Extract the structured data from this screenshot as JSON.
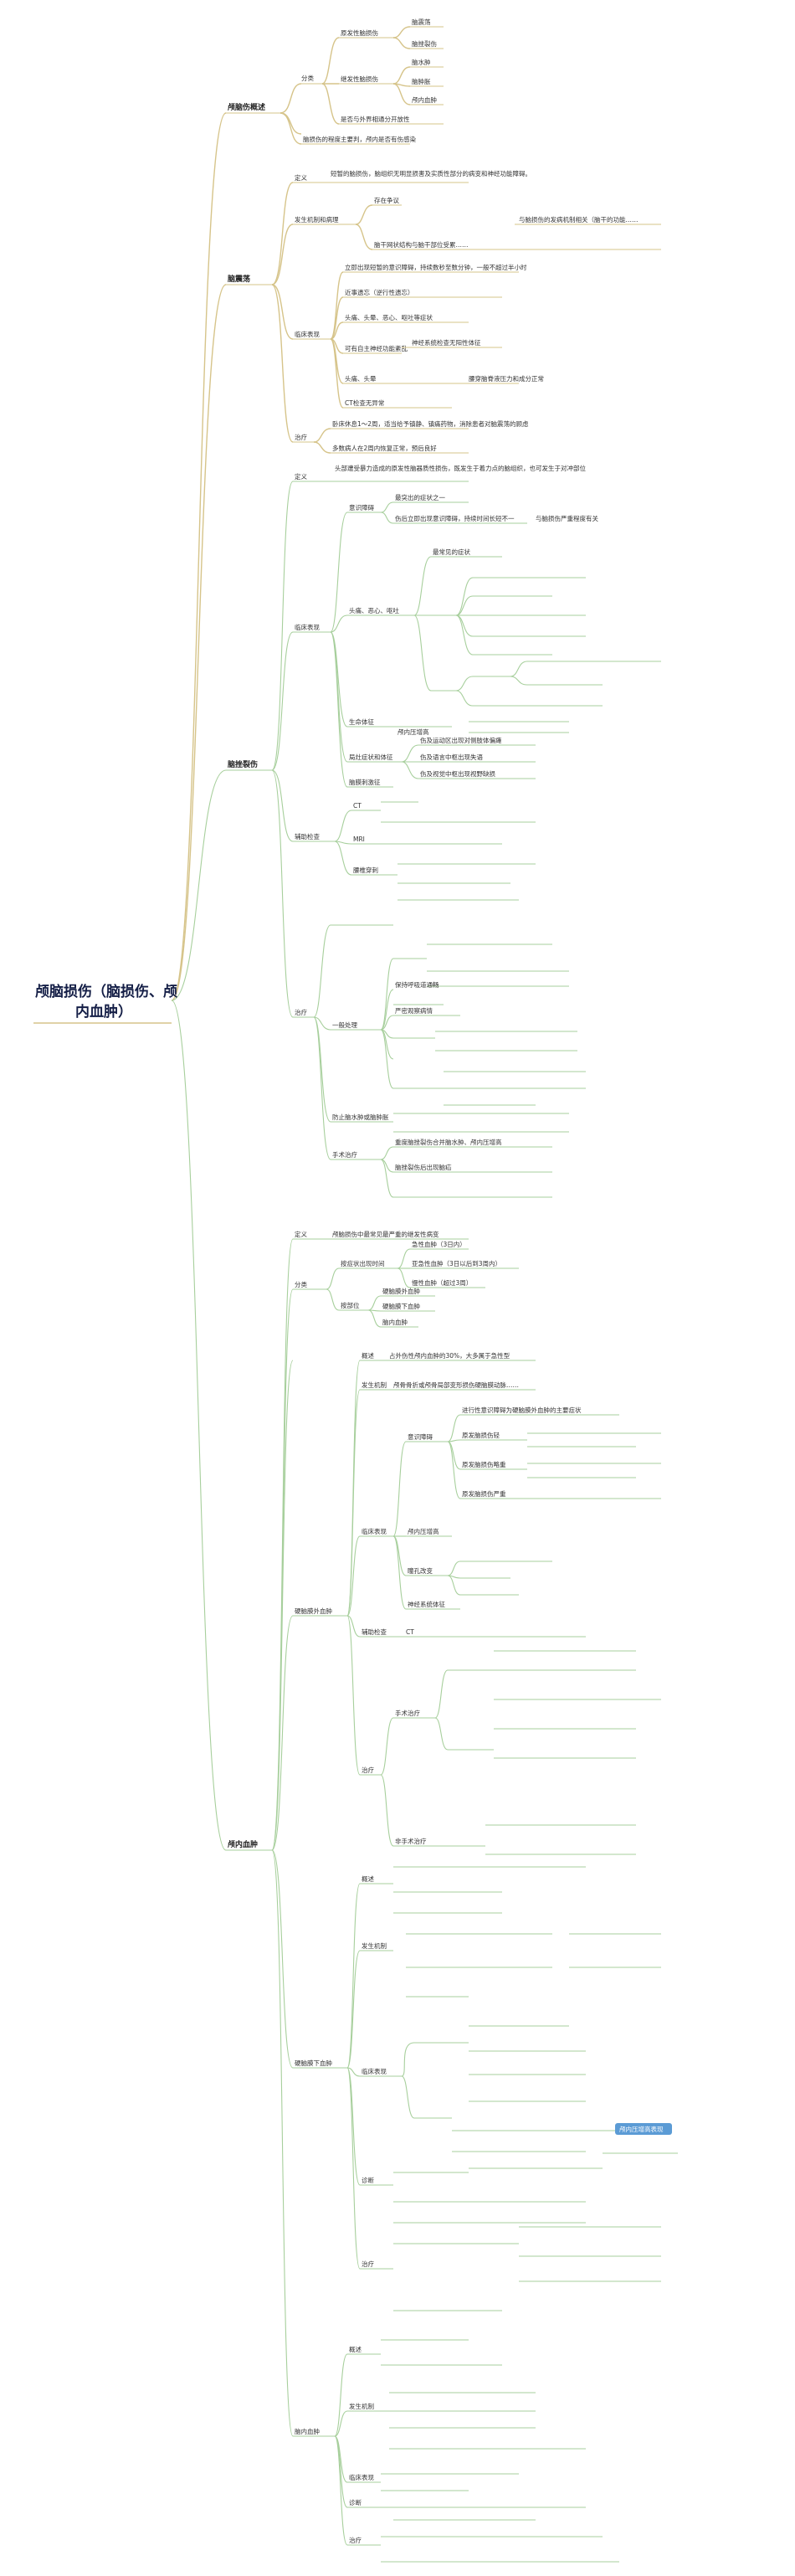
{
  "root": [
    "颅脑损伤（脑损伤、颅",
    "内血肿）"
  ],
  "sections": {
    "s1": "颅脑伤概述",
    "s2": "脑震荡",
    "s3": "脑挫裂伤",
    "s4": "颅内血肿"
  },
  "overview": {
    "classify": "分类",
    "primary": "原发性脑损伤",
    "primary_items": [
      "脑震荡",
      "脑挫裂伤"
    ],
    "secondary": "继发性脑损伤",
    "secondary_items": [
      "脑水肿",
      "脑肿胀",
      "颅内血肿"
    ],
    "open_closed": "是否与外界相通分开放性",
    "gcs_note": "脑损伤的程度主要判，颅内是否有伤感染"
  },
  "concussion": {
    "definition_label": "定义",
    "definition": "短暂的脑损伤，脑组织无明显损害及实质性部分的病变和神经功能障碍。",
    "mech_label": "发生机制和病理",
    "mech_a": "存在争议",
    "mech_b": "与脑损伤的发病机制相关（脑干的功能……",
    "mech_b2": "脑干网状结构与脑干部位受累……",
    "manifest_label": "临床表现",
    "m1": "立即出现短暂的意识障碍，持续数秒至数分钟，一般不超过半小时",
    "m2": "近事遗忘（逆行性遗忘）",
    "m3a": "头痛、头晕、恶心、呕吐等症状",
    "m3b": "神经系统检查无阳性体征",
    "m4": "可有自主神经功能紊乱",
    "m5a": "头痛、头晕",
    "m5b": "腰穿脑脊液压力和成分正常",
    "m6": "CT检查无异常",
    "treatment_label": "治疗",
    "t1": "卧床休息1～2周，适当给予镇静、镇痛药物，消除患者对脑震荡的顾虑",
    "t2": "多数病人在2周内恢复正常，预后良好"
  },
  "contusion": {
    "definition_label": "定义",
    "definition": "头部遭受暴力造成的原发性脑器质性损伤，既发生于着力点的脑组织，也可发生于对冲部位",
    "manifest_label": "临床表现",
    "c1": "意识障碍",
    "c1a": "最突出的症状之一",
    "c1b": "伤后立即出现意识障碍，持续时间长短不一",
    "c1c": "与脑损伤严重程度有关",
    "c2": "头痛、恶心、呕吐",
    "c2a": "最常见的症状",
    "c3": "生命体征",
    "c3a": "颅内压增高",
    "c4": "局灶症状和体征",
    "c4a": "伤及运动区出现对侧肢体偏瘫",
    "c4b": "伤及语言中枢出现失语",
    "c4c": "伤及视觉中枢出现视野缺损",
    "c5": "脑膜刺激征",
    "aux_label": "辅助检查",
    "ct": "CT",
    "mri": "MRI",
    "lp": "腰椎穿刺",
    "tx_label": "治疗",
    "tx1": "一般处理",
    "tx1a": "保持呼吸道通畅",
    "tx1b": "严密观察病情",
    "tx2": "防止脑水肿或脑肿胀",
    "tx3": "手术治疗",
    "tx3a": "重度脑挫裂伤合并脑水肿、颅内压增高",
    "tx3b": "脑挫裂伤后出现脑疝"
  },
  "hematoma": {
    "definition_label": "定义",
    "definition": "颅脑损伤中最常见最严重的继发性病变",
    "classify_label": "分类",
    "by_time": "按症状出现时间",
    "by_time_items": [
      "急性血肿（3日内）",
      "亚急性血肿（3日以后到3周内）",
      "慢性血肿（超过3周）"
    ],
    "by_loc": "按部位",
    "by_loc_items": [
      "硬脑膜外血肿",
      "硬脑膜下血肿",
      "脑内血肿"
    ],
    "epi": "硬脑膜外血肿",
    "epi_overview": "概述",
    "epi_ov_text": "占外伤性颅内血肿的30%，大多属于急性型",
    "epi_mech": "发生机制",
    "epi_mech_text": "颅骨骨折或颅骨局部变形损伤硬脑膜动脉……",
    "epi_manifest": "临床表现",
    "epi_m1": "意识障碍",
    "epi_m1a": "进行性意识障碍为硬脑膜外血肿的主要症状",
    "epi_m1b": "原发脑损伤轻",
    "epi_m1c": "原发脑损伤略重",
    "epi_m1d": "原发脑损伤严重",
    "epi_m2": "颅内压增高",
    "epi_m3": "瞳孔改变",
    "epi_m4": "神经系统体征",
    "epi_aux": "辅助检查",
    "epi_aux_ct": "CT",
    "epi_tx": "治疗",
    "epi_tx1": "手术治疗",
    "epi_tx2": "非手术治疗",
    "sub": "硬脑膜下血肿",
    "sub_overview": "概述",
    "sub_mech": "发生机制",
    "sub_manifest": "临床表现",
    "sub_highlight": "颅内压增高表现",
    "sub_dx": "诊断",
    "sub_tx": "治疗",
    "ich": "脑内血肿",
    "ich_overview": "概述",
    "ich_mech": "发生机制",
    "ich_manifest": "临床表现",
    "ich_dx": "诊断",
    "ich_tx": "治疗"
  }
}
